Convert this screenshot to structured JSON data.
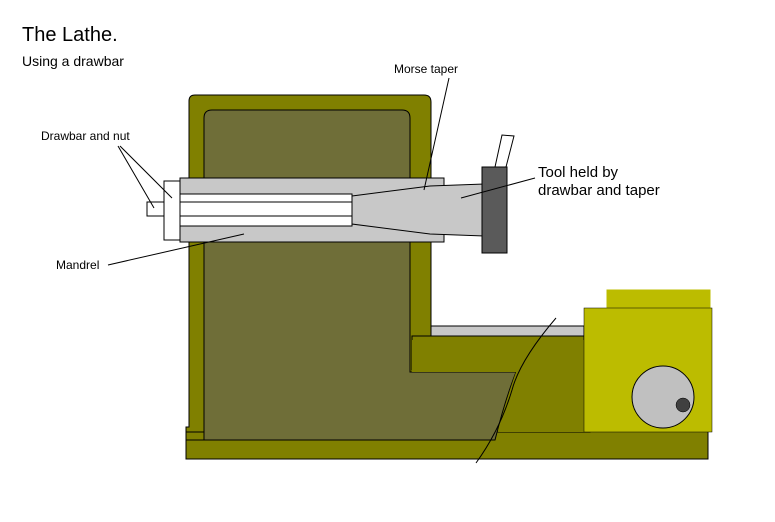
{
  "title": "The Lathe.",
  "subtitle": "Using a drawbar",
  "labels": {
    "morse_taper": "Morse taper",
    "drawbar_nut": "Drawbar and nut",
    "mandrel": "Mandrel",
    "tool_line1": "Tool held by",
    "tool_line2": "drawbar and taper"
  },
  "colors": {
    "headstock": "#808000",
    "headstock_inner": "#6f6e38",
    "bed_yellow": "#bcbc00",
    "mandrel_grey": "#c8c8c8",
    "tool_dark": "#5a5a5a",
    "dial": "#c0c0c0",
    "dial_knob": "#404040"
  }
}
